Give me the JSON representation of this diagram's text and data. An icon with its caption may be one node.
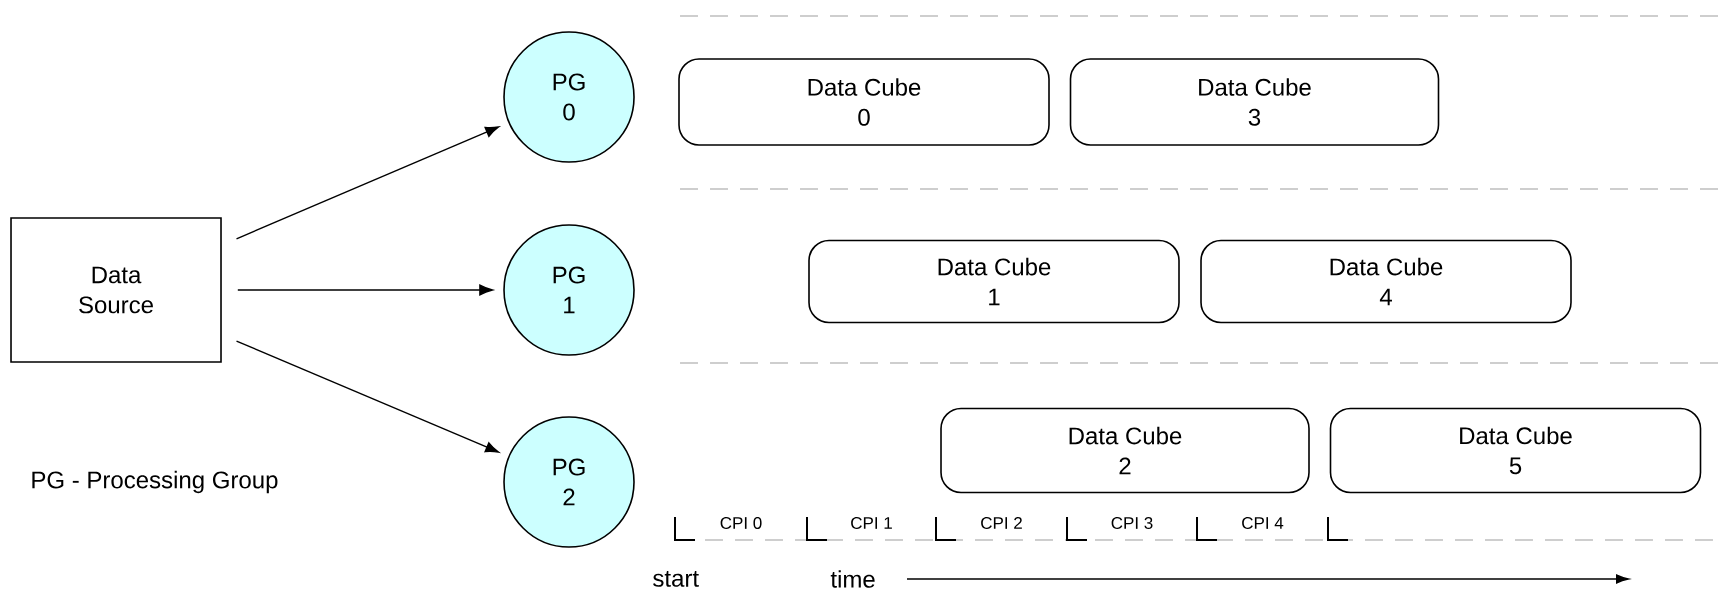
{
  "diagram": {
    "nodes": [
      {
        "text": [
          "Data Source"
        ]
      },
      {
        "text": [
          "PG 0"
        ]
      },
      {
        "text": [
          "PG 1"
        ]
      },
      {
        "text": [
          "PG 2"
        ]
      },
      {
        "text": [
          "Data Cube",
          "0"
        ]
      },
      {
        "text": [
          "Data Cube",
          "3"
        ]
      },
      {
        "text": [
          "Data Cube",
          "1"
        ]
      },
      {
        "text": [
          "Data Cube",
          "4"
        ]
      },
      {
        "text": [
          "Data Cube",
          "2"
        ]
      },
      {
        "text": [
          "Data Cube",
          "5"
        ]
      }
    ],
    "edges": [
      {
        "from": 0,
        "to": 1,
        "arrow": "to"
      },
      {
        "from": 0,
        "to": 2,
        "arrow": "to"
      },
      {
        "from": 0,
        "to": 3,
        "arrow": "to"
      }
    ],
    "labels": [
      "PG - Processing Group",
      "CPI 0",
      "CPI 1",
      "CPI 2",
      "CPI 3",
      "CPI 4",
      "start",
      "time"
    ]
  }
}
